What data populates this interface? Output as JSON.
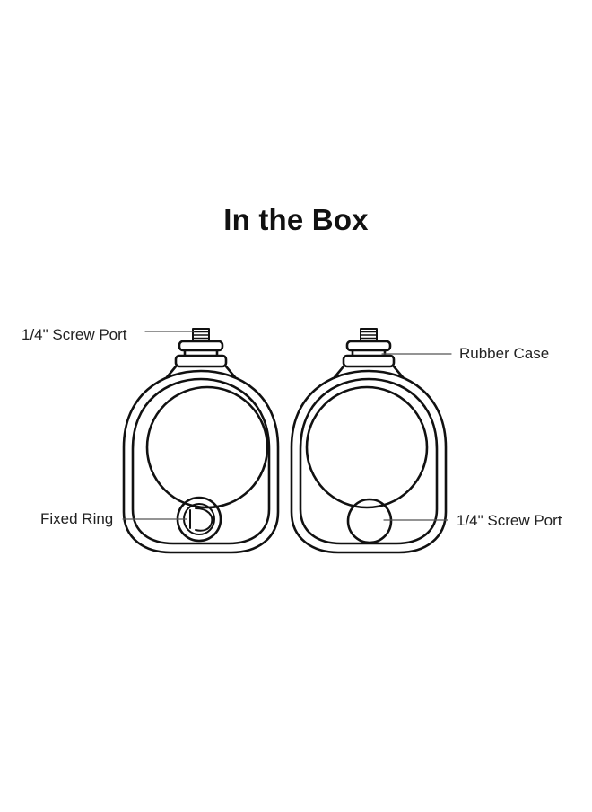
{
  "title": "In the Box",
  "colors": {
    "stroke": "#111111",
    "leader_line": "#555555",
    "text": "#222222",
    "background": "#ffffff"
  },
  "left_mount": {
    "labels": {
      "top": "1/4\" Screw Port",
      "bottom": "Fixed Ring"
    }
  },
  "right_mount": {
    "labels": {
      "top": "Rubber Case",
      "bottom": "1/4\" Screw Port"
    }
  }
}
